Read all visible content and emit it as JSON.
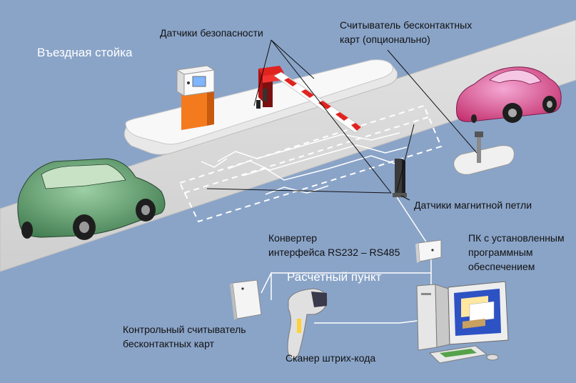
{
  "labels": {
    "entry_stand": "Въездная стойка",
    "safety_sensors": "Датчики безопасности",
    "card_reader_line1": "Считыватель бесконтактных",
    "card_reader_line2": "карт (опционально)",
    "magnetic_loop": "Датчики магнитной петли",
    "converter_line1": "Конвертер",
    "converter_line2": "интерфейса RS232 – RS485",
    "pc_line1": "ПК с установленным",
    "pc_line2": "программным",
    "pc_line3": "обеспечением",
    "payment_point": "Расчетный пункт",
    "control_reader_line1": "Контрольный считыватель",
    "control_reader_line2": "бесконтактных карт",
    "barcode_scanner": "Сканер штрих-кода"
  },
  "colors": {
    "background": "#8aa4c8",
    "road": "#d8d8d8",
    "island": "#f2f2f2",
    "stand_body": "#f47a1e",
    "barrier_red": "#e0231f",
    "car_green": "#5e9a6a",
    "car_pink": "#e05aa8",
    "loop_lines": "#ffffff"
  },
  "icons": [
    "entry-stand-icon",
    "barrier-icon",
    "car-icon",
    "pc-icon",
    "scanner-icon",
    "card-reader-icon",
    "converter-icon"
  ]
}
